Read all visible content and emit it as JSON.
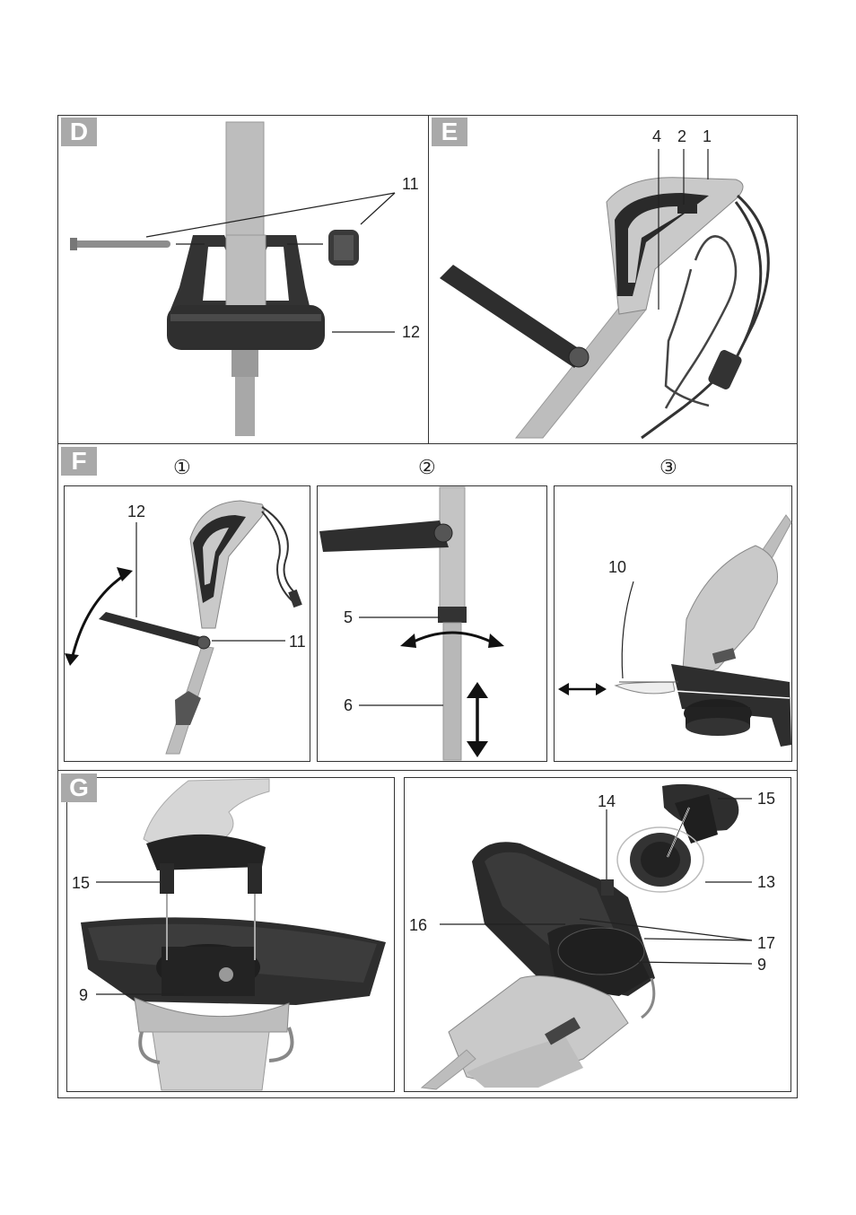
{
  "panels": {
    "D": {
      "badge": "D",
      "labels": {
        "n11": "11",
        "n12": "12"
      }
    },
    "E": {
      "badge": "E",
      "labels": {
        "n4": "4",
        "n2": "2",
        "n1": "1"
      }
    },
    "F": {
      "badge": "F",
      "steps": [
        "①",
        "②",
        "③"
      ],
      "labels": {
        "n12": "12",
        "n11": "11",
        "n5": "5",
        "n6": "6",
        "n10": "10"
      }
    },
    "G": {
      "badge": "G",
      "labels": {
        "n15a": "15",
        "n9a": "9",
        "n14": "14",
        "n15b": "15",
        "n13": "13",
        "n16": "16",
        "n17": "17",
        "n9b": "9"
      }
    }
  },
  "colors": {
    "badge": "#a9a9a9",
    "line": "#222222",
    "body": "#c8c8c8",
    "dark": "#2a2a2a"
  }
}
